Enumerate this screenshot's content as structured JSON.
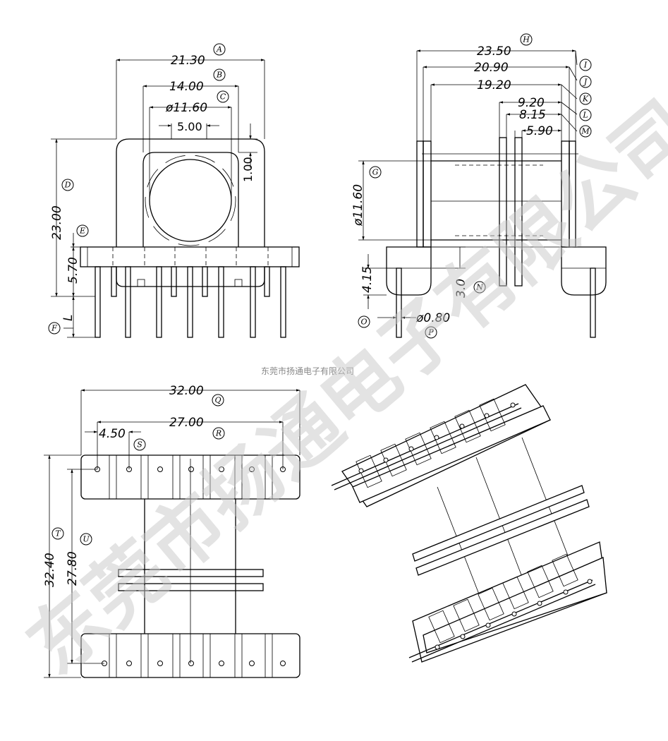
{
  "company_watermark": "东莞市扬通电子有限公司",
  "company_caption": "东莞市扬通电子有限公司",
  "front_view": {
    "width_A": "21.30",
    "label_A": "A",
    "inner_B": "14.00",
    "label_B": "B",
    "bore_C": "ø11.60",
    "label_C": "C",
    "slot": "5.00",
    "gap": "1.00",
    "height_D": "23.00",
    "label_D": "D",
    "flange_E": "5.70",
    "label_E": "E",
    "pin_len": "L",
    "label_F": "F"
  },
  "side_view": {
    "H": "23.50",
    "label_H": "H",
    "I": "20.90",
    "label_I": "I",
    "J": "19.20",
    "label_J": "J",
    "K": "9.20",
    "label_K": "K",
    "L": "8.15",
    "label_L": "L",
    "M": "5.90",
    "label_M": "M",
    "bore": "ø11.60",
    "label_bore": "G",
    "O_dim": "4.15",
    "label_O": "O",
    "N_dim": "3.0",
    "label_N": "N",
    "pin_dia": "ø0.80",
    "label_P": "P"
  },
  "bottom_view": {
    "Q": "32.00",
    "label_Q": "Q",
    "R": "27.00",
    "label_R": "R",
    "S": "4.50",
    "label_S": "S",
    "T": "32.40",
    "label_T": "T",
    "U": "27.80",
    "label_U": "U"
  }
}
